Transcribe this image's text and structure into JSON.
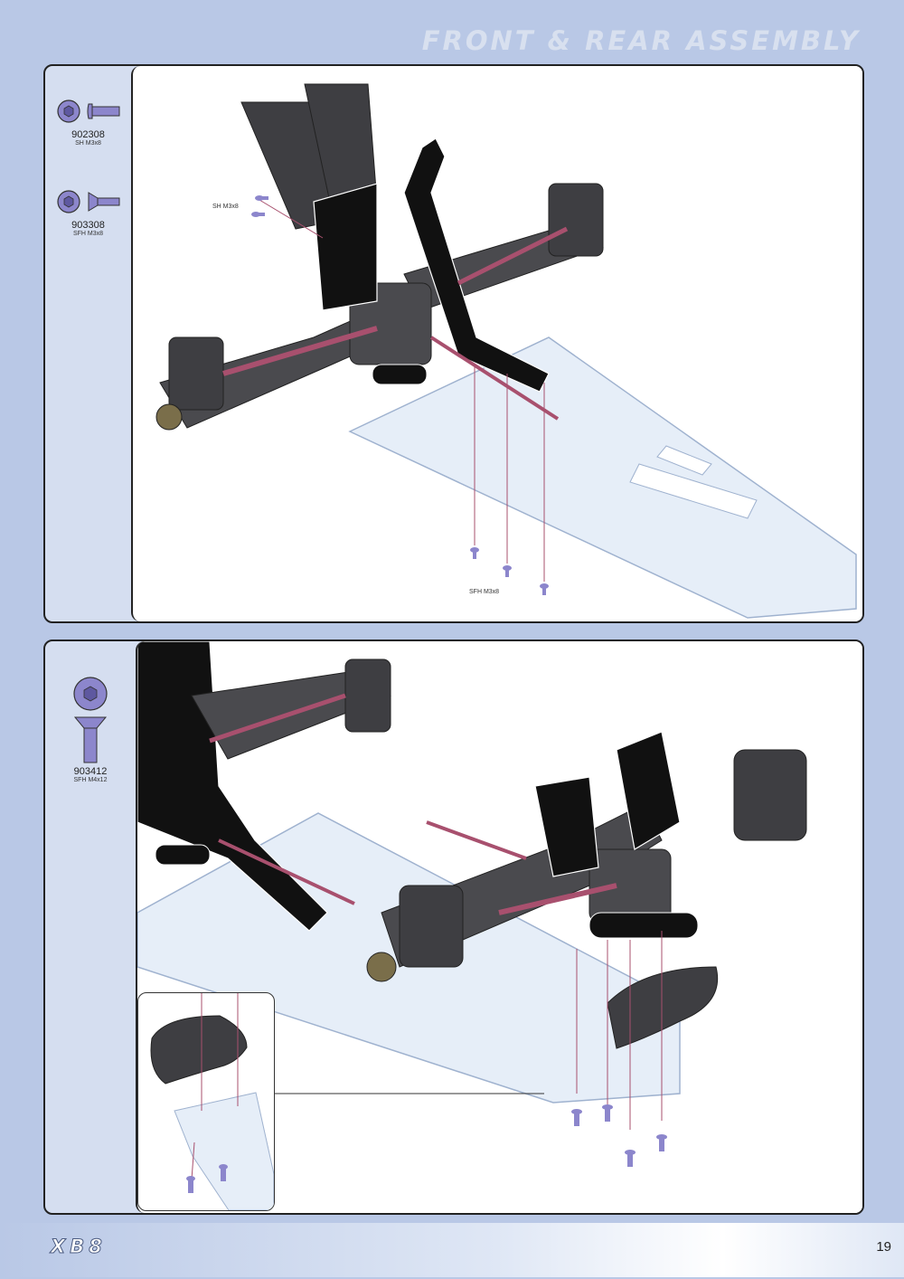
{
  "header": {
    "title": "FRONT & REAR ASSEMBLY"
  },
  "step1": {
    "parts": [
      {
        "number": "902308",
        "desc": "SH M3x8",
        "icon": "button-head-screw-icon"
      },
      {
        "number": "903308",
        "desc": "SFH M3x8",
        "icon": "flat-head-screw-icon"
      }
    ],
    "callouts": {
      "top": "SH M3x8",
      "bottom": "SFH M3x8"
    }
  },
  "step2": {
    "parts": [
      {
        "number": "903412",
        "desc": "SFH M4x12",
        "icon": "flat-head-screw-icon"
      }
    ]
  },
  "footer": {
    "logo": "XB8",
    "page_number": "19"
  },
  "colors": {
    "background": "#b9c8e6",
    "parts_column": "#d5def0",
    "link_part": "#a8506e",
    "chassis_plate": "#e6eef8",
    "screw": "#8c86cc",
    "arm": "#4a4a4e"
  }
}
